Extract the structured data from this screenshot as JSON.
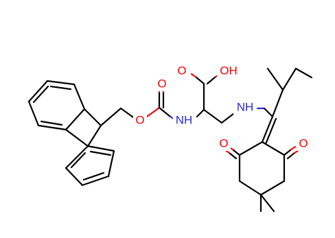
{
  "molecule": {
    "atom_labels": {
      "o_carbamate_carbonyl": "O",
      "o_carbamate_ether": "O",
      "nh_carbamate": "NH",
      "oh_acid": "OH",
      "o_acid_carbonyl": "O",
      "nh_amine": "NH",
      "o_dione_left": "O",
      "o_dione_right": "O"
    },
    "colors": {
      "bond": "#000000",
      "oxygen": "#ff0000",
      "nitrogen": "#2b2bd8"
    }
  }
}
